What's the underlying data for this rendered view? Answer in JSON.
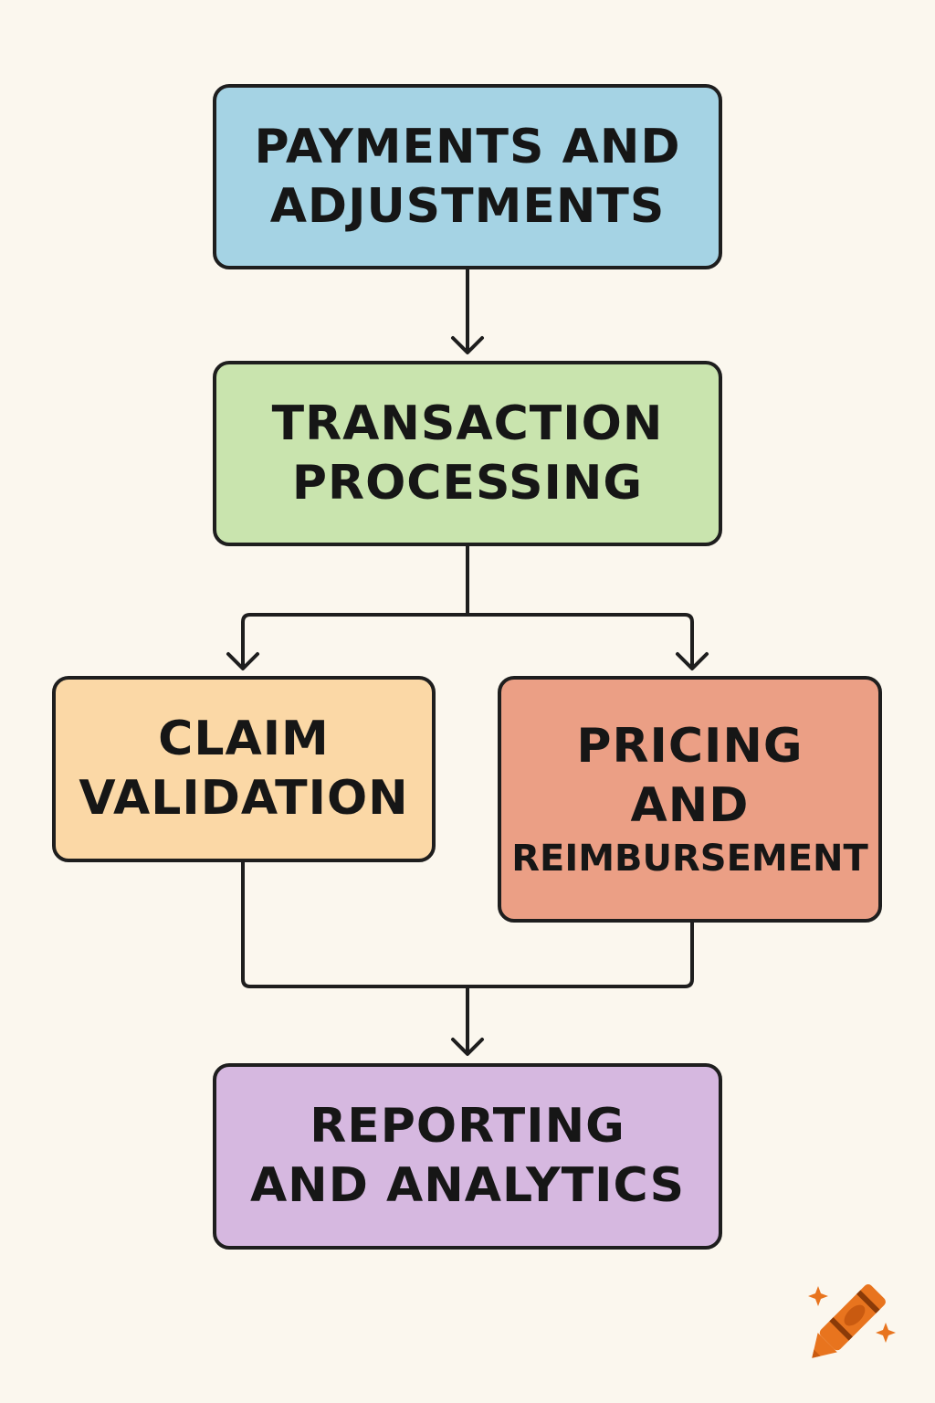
{
  "diagram": {
    "nodes": {
      "payments": {
        "line1": "PAYMENTS AND",
        "line2": "ADJUSTMENTS",
        "color": "#a5d3e4"
      },
      "transaction": {
        "line1": "TRANSACTION",
        "line2": "PROCESSING",
        "color": "#c9e4ae"
      },
      "claim": {
        "line1": "CLAIM",
        "line2": "VALIDATION",
        "color": "#fbd8a6"
      },
      "pricing": {
        "line1": "PRICING",
        "line2": "AND",
        "line3": "REIMBURSEMENT",
        "color": "#eb9f85"
      },
      "reporting": {
        "line1": "REPORTING",
        "line2": "AND ANALYTICS",
        "color": "#d6b8e0"
      }
    },
    "edges": [
      {
        "from": "payments",
        "to": "transaction"
      },
      {
        "from": "transaction",
        "to": "claim"
      },
      {
        "from": "transaction",
        "to": "pricing"
      },
      {
        "from": "claim",
        "to": "reporting"
      },
      {
        "from": "pricing",
        "to": "reporting"
      }
    ],
    "line_color": "#1e1e1e",
    "background": "#fbf7ee"
  },
  "watermark": {
    "icon": "crayon-icon",
    "color": "#e8741e"
  }
}
